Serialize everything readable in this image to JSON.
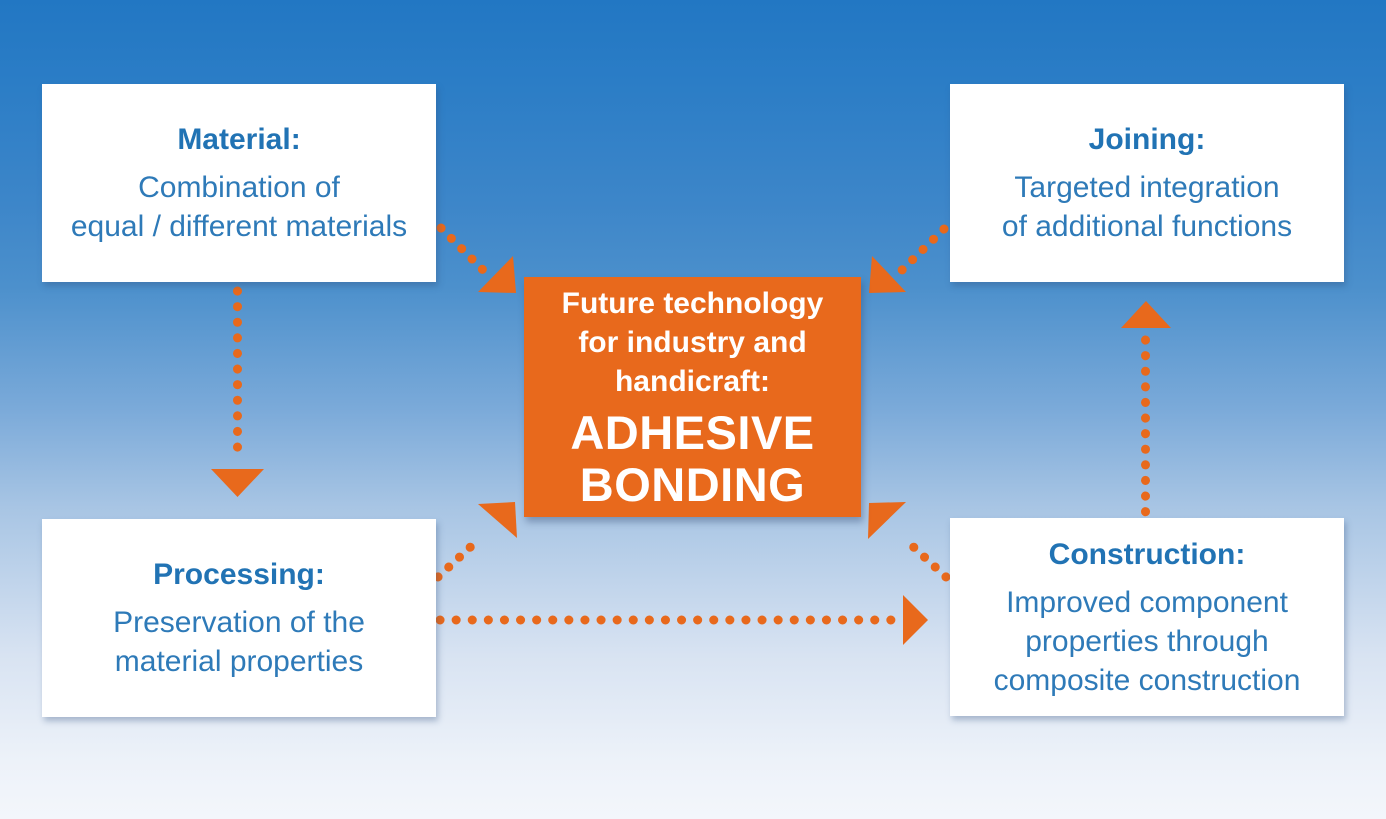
{
  "palette": {
    "orange": "#E8691C",
    "heading_blue": "#2173B4",
    "body_blue": "#2E7AB8",
    "background_top": "#2277C3",
    "background_bottom": "#F3F6FB",
    "box_background": "#FFFFFF",
    "center_text": "#FFFFFF"
  },
  "center_box": {
    "intro_lines": [
      "Future technology",
      "for industry and",
      "handicraft:"
    ],
    "title_lines": [
      "ADHESIVE",
      "BONDING"
    ]
  },
  "boxes": {
    "material": {
      "heading": "Material:",
      "lines": [
        "Combination of",
        "equal / different materials"
      ]
    },
    "joining": {
      "heading": "Joining:",
      "lines": [
        "Targeted integration",
        "of additional functions"
      ]
    },
    "processing": {
      "heading": "Processing:",
      "lines": [
        "Preservation of the",
        "material properties"
      ]
    },
    "construction": {
      "heading": "Construction:",
      "lines": [
        "Improved component",
        "properties through",
        "composite construction"
      ]
    }
  },
  "arrows": [
    {
      "from": "material",
      "to": "center",
      "style": "dotted",
      "direction": "diagonal-down-right"
    },
    {
      "from": "joining",
      "to": "center",
      "style": "dotted",
      "direction": "diagonal-down-left"
    },
    {
      "from": "material",
      "to": "processing",
      "style": "dotted",
      "direction": "down"
    },
    {
      "from": "construction",
      "to": "joining",
      "style": "dotted",
      "direction": "up"
    },
    {
      "from": "processing",
      "to": "center",
      "style": "dotted",
      "direction": "diagonal-up-right"
    },
    {
      "from": "construction",
      "to": "center",
      "style": "dotted",
      "direction": "diagonal-up-left"
    },
    {
      "from": "processing",
      "to": "construction",
      "style": "dotted",
      "direction": "right"
    }
  ]
}
